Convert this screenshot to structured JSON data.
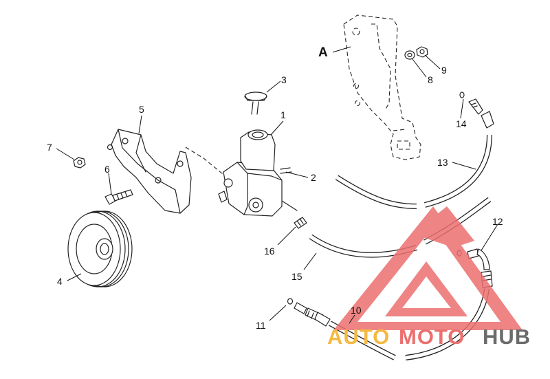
{
  "diagram": {
    "callouts": [
      {
        "id": "1",
        "text": "1"
      },
      {
        "id": "2",
        "text": "2"
      },
      {
        "id": "3",
        "text": "3"
      },
      {
        "id": "4",
        "text": "4"
      },
      {
        "id": "5",
        "text": "5"
      },
      {
        "id": "6",
        "text": "6"
      },
      {
        "id": "7",
        "text": "7"
      },
      {
        "id": "8",
        "text": "8"
      },
      {
        "id": "9",
        "text": "9"
      },
      {
        "id": "10",
        "text": "10"
      },
      {
        "id": "11",
        "text": "11"
      },
      {
        "id": "12",
        "text": "12"
      },
      {
        "id": "13",
        "text": "13"
      },
      {
        "id": "14",
        "text": "14"
      },
      {
        "id": "15",
        "text": "15"
      },
      {
        "id": "16",
        "text": "16"
      },
      {
        "id": "A",
        "text": "A"
      }
    ]
  },
  "watermark": {
    "part1": "AUTO",
    "part2": "MOTO",
    "part3": "HUB",
    "colors": {
      "orange": "#f5b942",
      "red": "#ec6f6f",
      "gray": "#6b6b6b"
    }
  }
}
